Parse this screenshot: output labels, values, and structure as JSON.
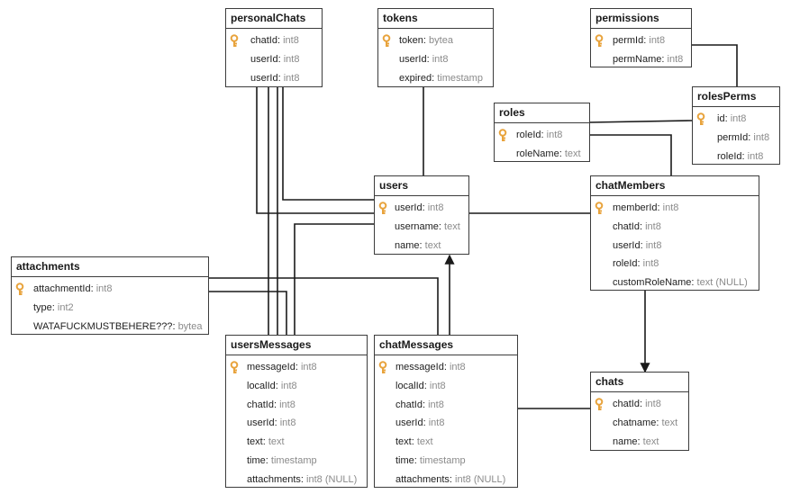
{
  "tables": {
    "personalChats": {
      "name": "personalChats",
      "fields": [
        {
          "name": "chatId",
          "type": "int8",
          "pk": true
        },
        {
          "name": "userId",
          "type": "int8"
        },
        {
          "name": "userId",
          "type": "int8"
        }
      ]
    },
    "tokens": {
      "name": "tokens",
      "fields": [
        {
          "name": "token",
          "type": "bytea",
          "pk": true
        },
        {
          "name": "userId",
          "type": "int8"
        },
        {
          "name": "expired",
          "type": "timestamp"
        }
      ]
    },
    "permissions": {
      "name": "permissions",
      "fields": [
        {
          "name": "permId",
          "type": "int8",
          "pk": true
        },
        {
          "name": "permName",
          "type": "int8"
        }
      ]
    },
    "roles": {
      "name": "roles",
      "fields": [
        {
          "name": "roleId",
          "type": "int8",
          "pk": true
        },
        {
          "name": "roleName",
          "type": "text"
        }
      ]
    },
    "rolesPerms": {
      "name": "rolesPerms",
      "fields": [
        {
          "name": "id",
          "type": "int8",
          "pk": true
        },
        {
          "name": "permId",
          "type": "int8"
        },
        {
          "name": "roleId",
          "type": "int8"
        }
      ]
    },
    "users": {
      "name": "users",
      "fields": [
        {
          "name": "userId",
          "type": "int8",
          "pk": true
        },
        {
          "name": "username",
          "type": "text"
        },
        {
          "name": "name",
          "type": "text"
        }
      ]
    },
    "chatMembers": {
      "name": "chatMembers",
      "fields": [
        {
          "name": "memberId",
          "type": "int8",
          "pk": true
        },
        {
          "name": "chatId",
          "type": "int8"
        },
        {
          "name": "userId",
          "type": "int8"
        },
        {
          "name": "roleId",
          "type": "int8"
        },
        {
          "name": "customRoleName",
          "type": "text (NULL)"
        }
      ]
    },
    "attachments": {
      "name": "attachments",
      "fields": [
        {
          "name": "attachmentId",
          "type": "int8",
          "pk": true
        },
        {
          "name": "type",
          "type": "int2"
        },
        {
          "name": "WATAFUCKMUSTBEHERE???",
          "type": "bytea"
        }
      ]
    },
    "usersMessages": {
      "name": "usersMessages",
      "fields": [
        {
          "name": "messageId",
          "type": "int8",
          "pk": true
        },
        {
          "name": "localId",
          "type": "int8"
        },
        {
          "name": "chatId",
          "type": "int8"
        },
        {
          "name": "userId",
          "type": "int8"
        },
        {
          "name": "text",
          "type": "text"
        },
        {
          "name": "time",
          "type": "timestamp"
        },
        {
          "name": "attachments",
          "type": "int8 (NULL)"
        }
      ]
    },
    "chatMessages": {
      "name": "chatMessages",
      "fields": [
        {
          "name": "messageId",
          "type": "int8",
          "pk": true
        },
        {
          "name": "localId",
          "type": "int8"
        },
        {
          "name": "chatId",
          "type": "int8"
        },
        {
          "name": "userId",
          "type": "int8"
        },
        {
          "name": "text",
          "type": "text"
        },
        {
          "name": "time",
          "type": "timestamp"
        },
        {
          "name": "attachments",
          "type": "int8 (NULL)"
        }
      ]
    },
    "chats": {
      "name": "chats",
      "fields": [
        {
          "name": "chatId",
          "type": "int8",
          "pk": true
        },
        {
          "name": "chatname",
          "type": "text"
        },
        {
          "name": "name",
          "type": "text"
        }
      ]
    }
  },
  "colors": {
    "key": "#e8a33c",
    "border": "#3c3c3c",
    "type_text": "#8a8a8a",
    "line": "#1a1a1a"
  },
  "icons": {
    "primary_key": "key-icon"
  }
}
